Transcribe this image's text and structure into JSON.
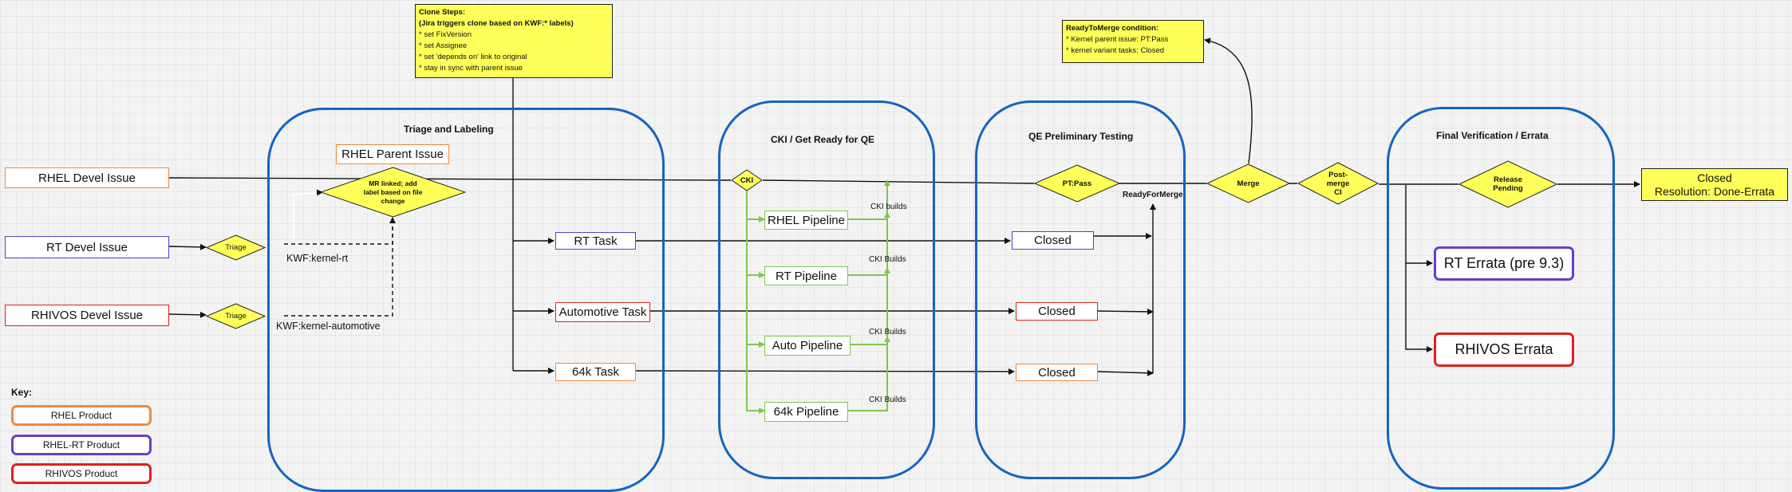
{
  "colors": {
    "lane_border": "#1565c0",
    "rhel": "#f08a3c",
    "rhel_rt": "#5b3fc4",
    "rhivos": "#e02020",
    "pipeline": "#7dc94a",
    "highlight": "#ffff5a"
  },
  "lanes": {
    "triage": "Triage and Labeling",
    "cki": "CKI / Get Ready for QE",
    "qe": "QE Preliminary Testing",
    "final": "Final Verification / Errata"
  },
  "clone_note": {
    "title": "Clone Steps:",
    "subtitle": "(Jira triggers clone based on KWF:* labels)",
    "lines": [
      "* set FixVersion",
      "* set Assignee",
      "* set 'depends on' link to original",
      "* stay in sync with parent issue"
    ]
  },
  "merge_note": {
    "title": "ReadyToMerge condition:",
    "lines": [
      "* Kernel parent issue: PT:Pass",
      "* kernel variant tasks: Closed"
    ]
  },
  "issues": {
    "rhel_devel": "RHEL Devel Issue",
    "rt_devel": "RT Devel Issue",
    "rhivos_devel": "RHIVOS Devel Issue",
    "rhel_parent": "RHEL Parent Issue"
  },
  "diamonds": {
    "triage": "Triage",
    "mr_linked": "MR linked; add label based on file change",
    "cki": "CKI",
    "pt_pass": "PT:Pass",
    "merge": "Merge",
    "post_merge": "Post-merge CI",
    "release_pending": "Release Pending"
  },
  "labels": {
    "kwf_rt": "KWF:kernel-rt",
    "kwf_auto": "KWF:kernel-automotive",
    "ready_for_merge": "ReadyForMerge",
    "cki_builds_lower": "CKI builds",
    "cki_builds": "CKI Builds"
  },
  "tasks": {
    "rt": "RT Task",
    "auto": "Automotive Task",
    "k64": "64k Task"
  },
  "pipelines": {
    "rhel": "RHEL Pipeline",
    "rt": "RT Pipeline",
    "auto": "Auto Pipeline",
    "k64": "64k Pipeline"
  },
  "closed": "Closed",
  "final": {
    "closed": "Closed",
    "resolution": "Resolution: Done-Errata",
    "rt_errata": "RT Errata (pre 9.3)",
    "rhivos_errata": "RHIVOS Errata"
  },
  "key": {
    "title": "Key:",
    "rhel": "RHEL Product",
    "rhel_rt": "RHEL-RT Product",
    "rhivos": "RHIVOS Product"
  }
}
